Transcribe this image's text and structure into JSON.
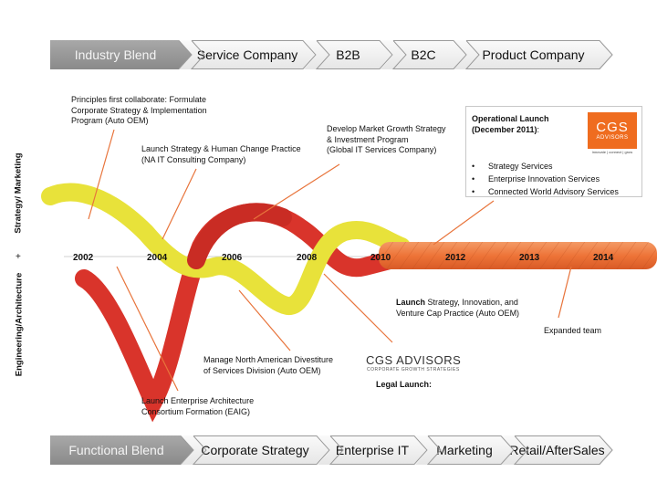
{
  "industry_band": [
    {
      "label": "Industry Blend"
    },
    {
      "label": "Service Company"
    },
    {
      "label": "B2B"
    },
    {
      "label": "B2C"
    },
    {
      "label": "Product Company"
    }
  ],
  "functional_band": [
    {
      "label": "Functional Blend"
    },
    {
      "label": "Corporate Strategy"
    },
    {
      "label": "Enterprise IT"
    },
    {
      "label": "Marketing"
    },
    {
      "label": "Retail/AfterSales"
    }
  ],
  "axis_labels": {
    "top": "Strategy/ Marketing",
    "cross": "+",
    "bottom": "Engineering/Architecture"
  },
  "years": [
    "2002",
    "2004",
    "2006",
    "2008",
    "2010",
    "2012",
    "2013",
    "2014"
  ],
  "annotations": {
    "principles": "Principles first collaborate:  Formulate\nCorporate Strategy & Implementation\nProgram (Auto OEM)",
    "launch_strategy": "Launch Strategy & Human Change Practice\n(NA IT Consulting Company)",
    "develop_market": "Develop Market  Growth Strategy\n& Investment  Program\n(Global IT Services Company)",
    "launch_venture_bold": "Launch",
    "launch_venture_rest": " Strategy, Innovation, and\nVenture Cap Practice (Auto OEM)",
    "expanded_team": "Expanded team",
    "manage_divestiture": "Manage North American Divestiture\nof Services Division (Auto OEM)",
    "launch_enterprise": "Launch Enterprise Architecture\nConsortium Formation (EAIG)"
  },
  "operational_box": {
    "title": "Operational Launch\n(December 2011)",
    "title_suffix": ":",
    "services": [
      "Strategy Services",
      "Enterprise Innovation Services",
      "Connected World Advisory Services"
    ],
    "logo_main": "CGS",
    "logo_sub": "ADVISORS",
    "logo_tag": "innovate | connect | grow"
  },
  "legal_launch": {
    "wordmark": "CGS ADVISORS",
    "tagline": "CORPORATE GROWTH STRATEGIES",
    "label": "Legal Launch:"
  },
  "colors": {
    "yellow_strand": "#e8e23a",
    "red_strand": "#d9342b",
    "orange_rope": "#ef7a3f",
    "leader_line": "#e8743b",
    "logo_bg": "#ef6c1f"
  }
}
